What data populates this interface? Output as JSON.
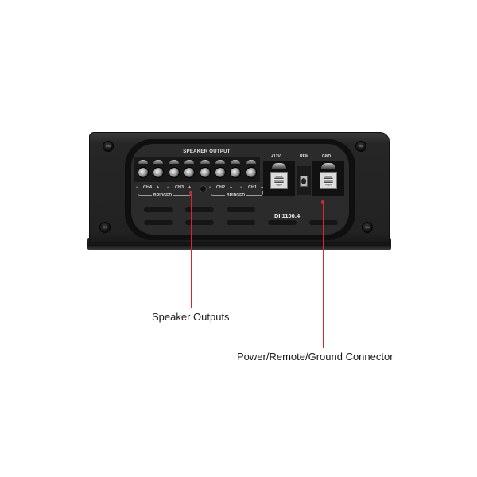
{
  "device": {
    "model": "DII1100.4",
    "speaker_output_label": "SPEAKER OUTPUT",
    "channel_labels": [
      "CH4",
      "CH3",
      "CH2",
      "CH1"
    ],
    "polarity_markers": [
      "−",
      "+",
      "−",
      "+",
      "−",
      "+",
      "−",
      "+"
    ],
    "bridged_label": "BRIDGED",
    "power_labels": {
      "plus12v": "+12V",
      "remote": "REM",
      "ground": "GND"
    },
    "speaker_terminal_count": 8
  },
  "callouts": {
    "speaker_outputs": "Speaker Outputs",
    "power_connector": "Power/Remote/Ground Connector",
    "line_color": "#d9262c"
  }
}
